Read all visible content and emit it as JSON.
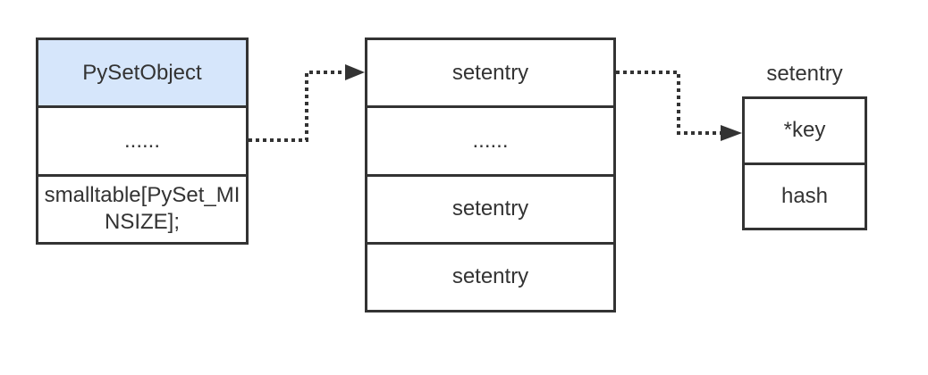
{
  "pyset_object": {
    "header": "PySetObject",
    "ellipsis": "......",
    "smalltable": "smalltable[PySet_MINSIZE];"
  },
  "table": {
    "rows": [
      "setentry",
      "......",
      "setentry",
      "setentry"
    ]
  },
  "setentry_struct": {
    "title": "setentry",
    "fields": [
      "*key",
      "hash"
    ]
  },
  "colors": {
    "header_fill": "#d6e6fb",
    "stroke": "#333333",
    "text": "#333333",
    "background": "#ffffff"
  }
}
